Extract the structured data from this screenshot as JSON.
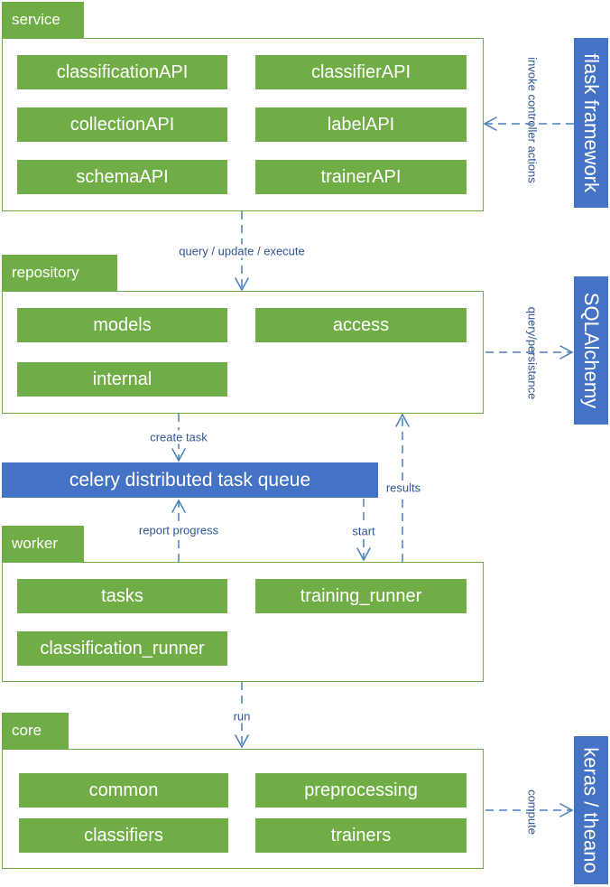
{
  "layers": {
    "service": {
      "title": "service",
      "modules": [
        "classificationAPI",
        "classifierAPI",
        "collectionAPI",
        "labelAPI",
        "schemaAPI",
        "trainerAPI"
      ]
    },
    "repository": {
      "title": "repository",
      "modules": [
        "models",
        "access",
        "internal"
      ]
    },
    "worker": {
      "title": "worker",
      "modules": [
        "tasks",
        "training_runner",
        "classification_runner"
      ]
    },
    "core": {
      "title": "core",
      "modules": [
        "common",
        "preprocessing",
        "classifiers",
        "trainers"
      ]
    }
  },
  "queue": "celery distributed task queue",
  "external": {
    "flask": "flask framework",
    "sqlalchemy": "SQLAlchemy",
    "keras": "keras / theano"
  },
  "edges": {
    "query_update_execute": "query / update / execute",
    "create_task": "create task",
    "report_progress": "report progress",
    "start": "start",
    "results": "results",
    "run": "run",
    "invoke_controller_actions": "invoke controller actions",
    "query_persistance": "query/persistance",
    "compute": "compute"
  },
  "colors": {
    "layer_green": "#70AD47",
    "external_blue": "#4472C4",
    "edge_text": "#2F5597",
    "edge_line": "#4A7EBB"
  }
}
